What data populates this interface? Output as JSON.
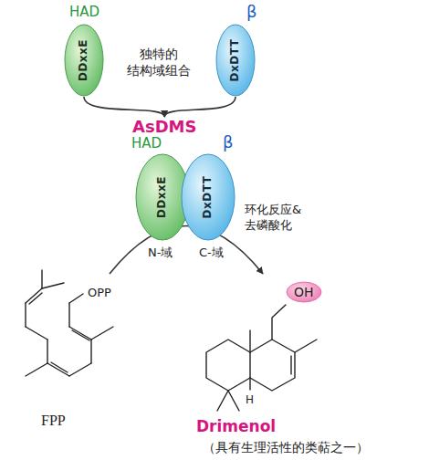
{
  "diagram": {
    "nodes": [
      {
        "text": [
          "HAD",
          "DDxxE"
        ]
      },
      {
        "text": [
          "β",
          "DxDTT"
        ]
      },
      {
        "text": [
          "AsDMS"
        ]
      },
      {
        "text": [
          "HAD",
          "DDxxE",
          "N-域"
        ]
      },
      {
        "text": [
          "β",
          "DxDTT",
          "C-域"
        ]
      },
      {
        "text": [
          "OPP",
          "FPP"
        ]
      },
      {
        "text": [
          "OH",
          "H",
          "Drimenol",
          "（具有生理活性的类萜之一）"
        ]
      }
    ],
    "edges": [
      {
        "from": 0,
        "to": 2,
        "arrow": "to"
      },
      {
        "from": 1,
        "to": 2,
        "arrow": "to"
      },
      {
        "from": 5,
        "to": 6,
        "arrow": "to",
        "label": "环化反应& 去磷酸化"
      }
    ],
    "labels": [
      "独特的 结构域组合"
    ]
  }
}
